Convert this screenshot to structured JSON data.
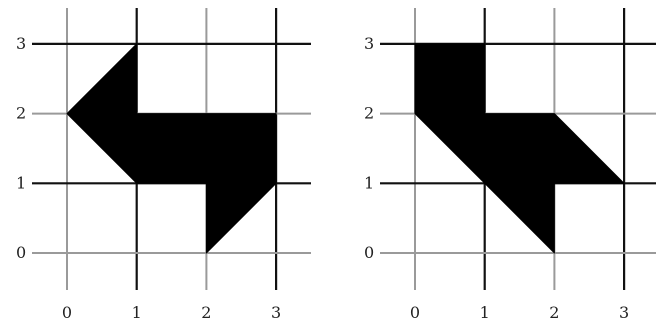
{
  "panels": [
    {
      "name": "left-panel",
      "x_ticks": [
        "0",
        "1",
        "2",
        "3"
      ],
      "y_ticks": [
        "0",
        "1",
        "2",
        "3"
      ],
      "shape_vertices": [
        [
          1,
          3
        ],
        [
          0,
          2
        ],
        [
          1,
          1
        ],
        [
          2,
          1
        ],
        [
          2,
          0
        ],
        [
          3,
          1
        ],
        [
          3,
          2
        ],
        [
          1,
          2
        ]
      ]
    },
    {
      "name": "right-panel",
      "x_ticks": [
        "0",
        "1",
        "2",
        "3"
      ],
      "y_ticks": [
        "0",
        "1",
        "2",
        "3"
      ],
      "shape_vertices": [
        [
          0,
          3
        ],
        [
          1,
          3
        ],
        [
          1,
          2
        ],
        [
          2,
          2
        ],
        [
          3,
          1
        ],
        [
          2,
          1
        ],
        [
          2,
          0
        ],
        [
          0,
          2
        ]
      ]
    }
  ],
  "colors": {
    "shape_fill": "#000000",
    "thick_grid": "#111111",
    "thin_grid": "#9a9a9a"
  }
}
